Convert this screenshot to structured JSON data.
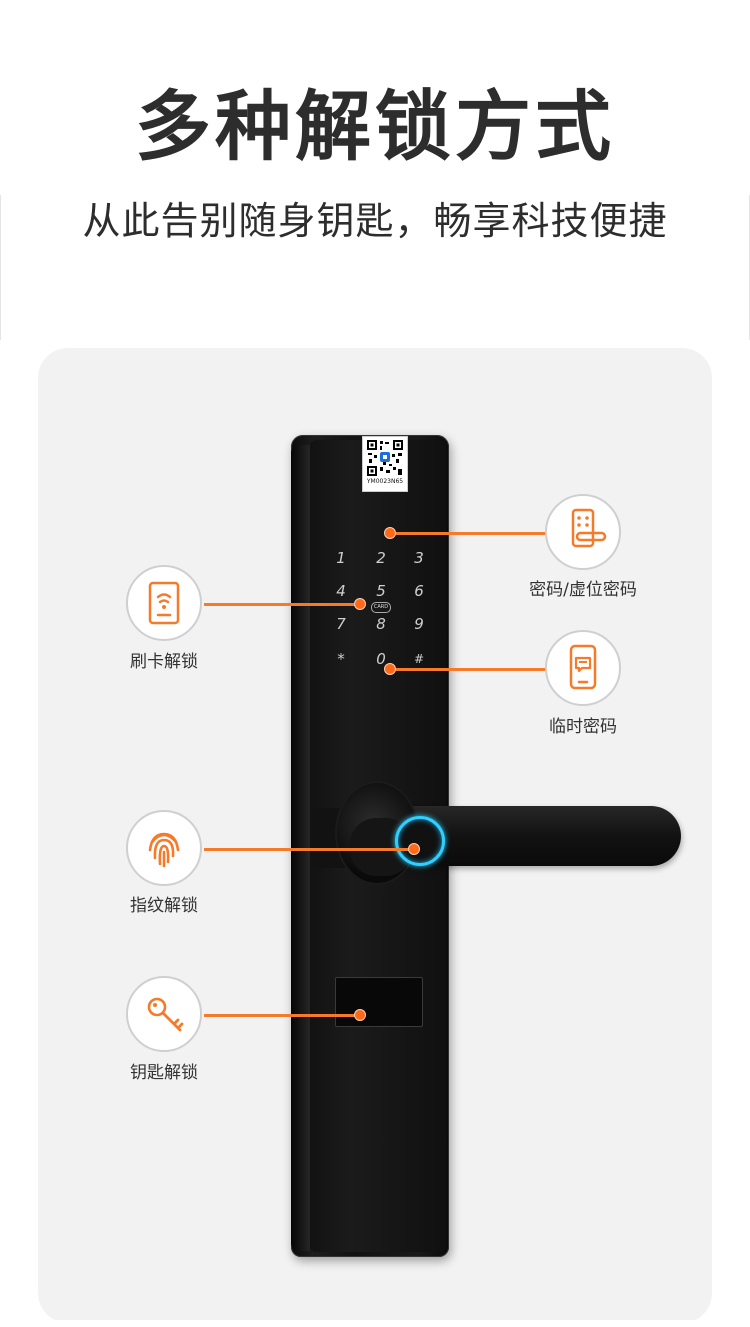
{
  "header": {
    "title": "多种解锁方式",
    "subtitle": "从此告别随身钥匙，畅享科技便捷"
  },
  "lock": {
    "qr_id": "YM0023N65",
    "keypad": [
      "1",
      "2",
      "3",
      "4",
      "5",
      "6",
      "7",
      "8",
      "9",
      "*",
      "0",
      "#"
    ],
    "card_badge": "CARD"
  },
  "features": {
    "password": "密码/虚位密码",
    "card": "刷卡解锁",
    "temp_password": "临时密码",
    "fingerprint": "指纹解锁",
    "key": "钥匙解锁"
  },
  "colors": {
    "accent": "#f57a2a",
    "fingerprint_glow": "#2fd0ff",
    "panel": "#f2f2f2",
    "text": "#2d2d2d"
  },
  "icons": {
    "password": "keypad-lock-icon",
    "card": "rfid-card-icon",
    "temp_password": "phone-message-icon",
    "fingerprint": "fingerprint-icon",
    "key": "key-icon"
  }
}
